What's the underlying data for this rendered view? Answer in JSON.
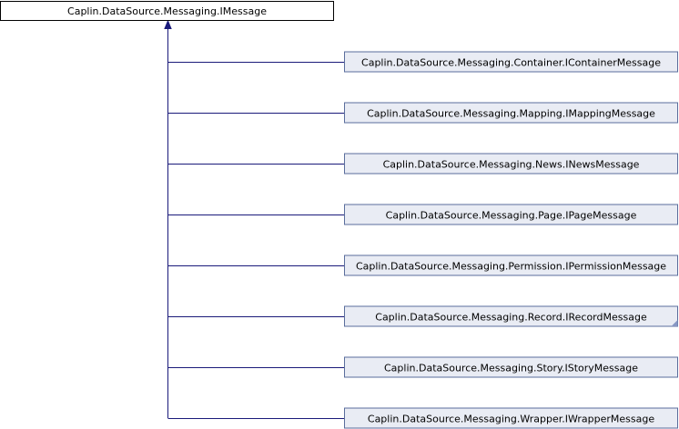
{
  "root": {
    "label": "Caplin.DataSource.Messaging.IMessage"
  },
  "children": [
    {
      "label": "Caplin.DataSource.Messaging.Container.IContainerMessage",
      "folded": false
    },
    {
      "label": "Caplin.DataSource.Messaging.Mapping.IMappingMessage",
      "folded": false
    },
    {
      "label": "Caplin.DataSource.Messaging.News.INewsMessage",
      "folded": false
    },
    {
      "label": "Caplin.DataSource.Messaging.Page.IPageMessage",
      "folded": false
    },
    {
      "label": "Caplin.DataSource.Messaging.Permission.IPermissionMessage",
      "folded": false
    },
    {
      "label": "Caplin.DataSource.Messaging.Record.IRecordMessage",
      "folded": true
    },
    {
      "label": "Caplin.DataSource.Messaging.Story.IStoryMessage",
      "folded": false
    },
    {
      "label": "Caplin.DataSource.Messaging.Wrapper.IWrapperMessage",
      "folded": false
    }
  ],
  "colors": {
    "root_fill": "#ffffff",
    "root_stroke": "#000000",
    "child_fill": "#e9ecf4",
    "child_stroke": "#5a6d9c",
    "edge": "#1a1a7a",
    "fold_marker": "#8898c4"
  }
}
